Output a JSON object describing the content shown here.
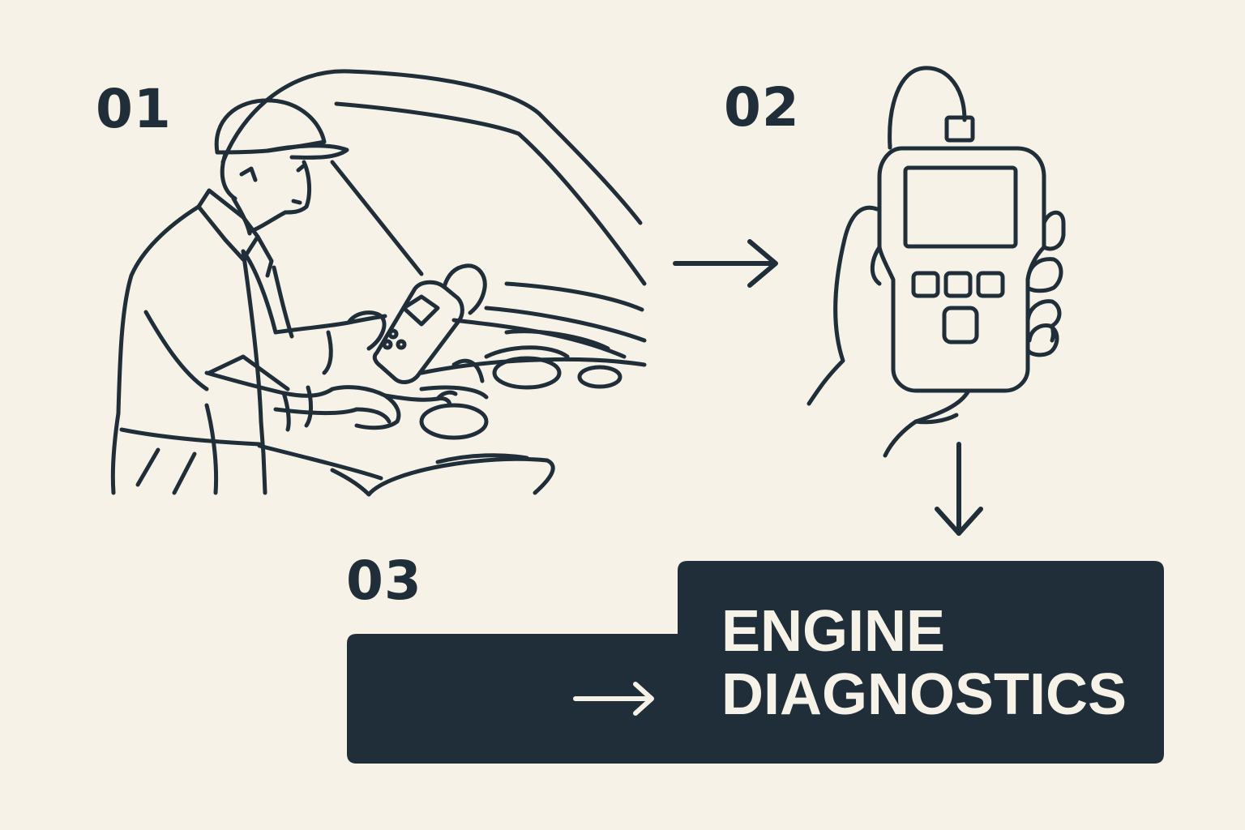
{
  "colors": {
    "background": "#f7f2e7",
    "ink": "#1f2e38",
    "label_text": "#f7f2e7"
  },
  "steps": [
    {
      "number": "01",
      "icon": "mechanic-with-scanner-icon"
    },
    {
      "number": "02",
      "icon": "obd-scanner-in-hand-icon"
    },
    {
      "number": "03",
      "icon": "engine-diagnostics-banner-icon"
    }
  ],
  "result": {
    "line1": "ENGINE",
    "line2": "DIAGNOSTICS"
  },
  "connectors": [
    "arrow-right-icon",
    "arrow-down-icon",
    "arrow-right-icon"
  ]
}
